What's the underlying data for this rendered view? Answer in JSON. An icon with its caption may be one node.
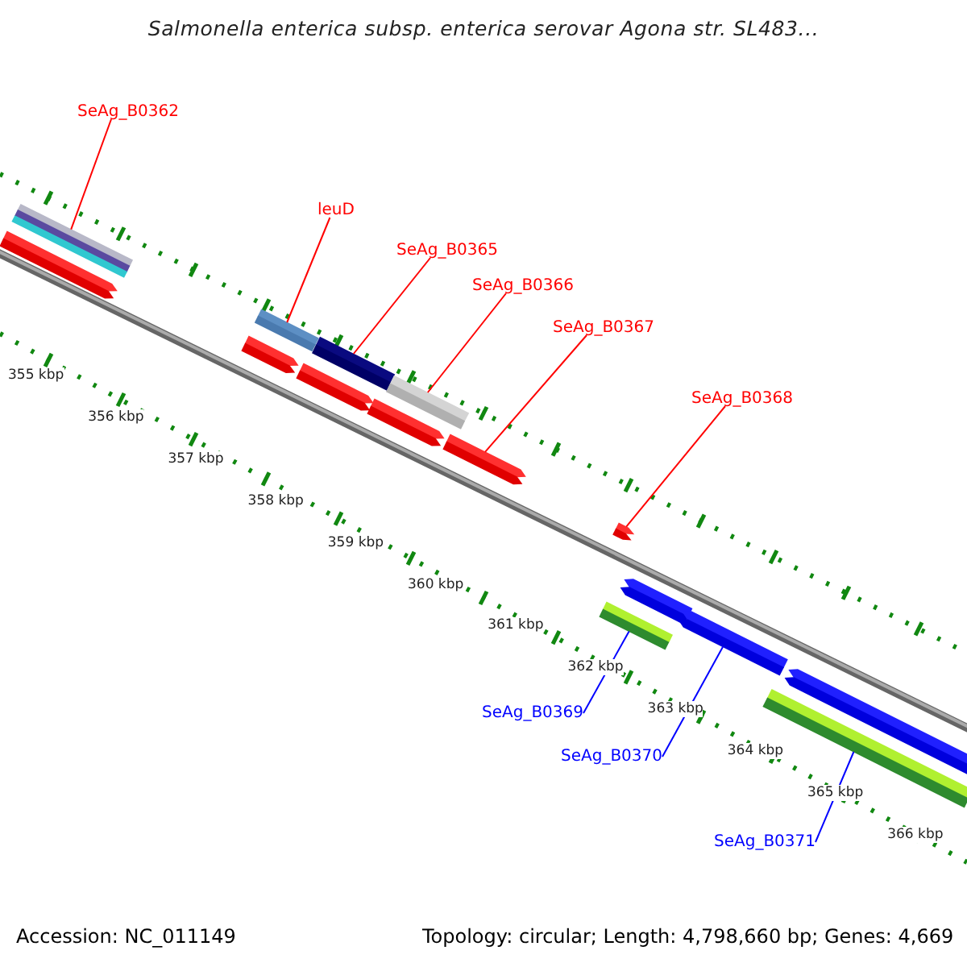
{
  "diagram": {
    "title": "Salmonella enterica subsp. enterica serovar Agona str. SL483...",
    "nodes": [
      {
        "text": [
          "SeAg_B0362"
        ]
      },
      {
        "text": [],
        "shape": "bar"
      },
      {
        "text": [],
        "shape": "arrow"
      },
      {
        "text": [
          "leuD"
        ]
      },
      {
        "text": [],
        "shape": "bar"
      },
      {
        "text": [
          "SeAg_B0365"
        ]
      },
      {
        "text": [],
        "shape": "bar"
      },
      {
        "text": [
          "SeAg_B0366"
        ]
      },
      {
        "text": [],
        "shape": "bar"
      },
      {
        "text": [],
        "shape": "arrow"
      },
      {
        "text": [],
        "shape": "arrow"
      },
      {
        "text": [],
        "shape": "arrow"
      },
      {
        "text": [
          "SeAg_B0367"
        ]
      },
      {
        "text": [],
        "shape": "arrow"
      },
      {
        "text": [
          "SeAg_B0368"
        ]
      },
      {
        "text": [],
        "shape": "arrow"
      },
      {
        "text": [],
        "shape": "arrow"
      },
      {
        "text": [],
        "shape": "bar"
      },
      {
        "text": [
          "SeAg_B0369"
        ]
      },
      {
        "text": [],
        "shape": "arrow"
      },
      {
        "text": [
          "SeAg_B0370"
        ]
      },
      {
        "text": [],
        "shape": "arrow"
      },
      {
        "text": [],
        "shape": "bar"
      },
      {
        "text": [
          "SeAg_B0371"
        ]
      }
    ],
    "edges": [
      {
        "from": 0,
        "to": 1,
        "arrow": "none"
      },
      {
        "from": 3,
        "to": 4,
        "arrow": "none"
      },
      {
        "from": 5,
        "to": 6,
        "arrow": "none"
      },
      {
        "from": 7,
        "to": 8,
        "arrow": "none"
      },
      {
        "from": 12,
        "to": 13,
        "arrow": "none"
      },
      {
        "from": 14,
        "to": 15,
        "arrow": "none"
      },
      {
        "from": 18,
        "to": 17,
        "arrow": "none",
        "color": "#0000ff"
      },
      {
        "from": 20,
        "to": 19,
        "arrow": "none",
        "color": "#0000ff"
      },
      {
        "from": 23,
        "to": 22,
        "arrow": "none",
        "color": "#0000ff"
      }
    ],
    "labels": [
      "355 kbp",
      "356 kbp",
      "357 kbp",
      "358 kbp",
      "359 kbp",
      "360 kbp",
      "361 kbp",
      "362 kbp",
      "363 kbp",
      "364 kbp",
      "365 kbp",
      "366 kbp",
      "Accession: NC_011149",
      "Topology: circular; Length: 4,798,660 bp; Genes: 4,669"
    ]
  }
}
